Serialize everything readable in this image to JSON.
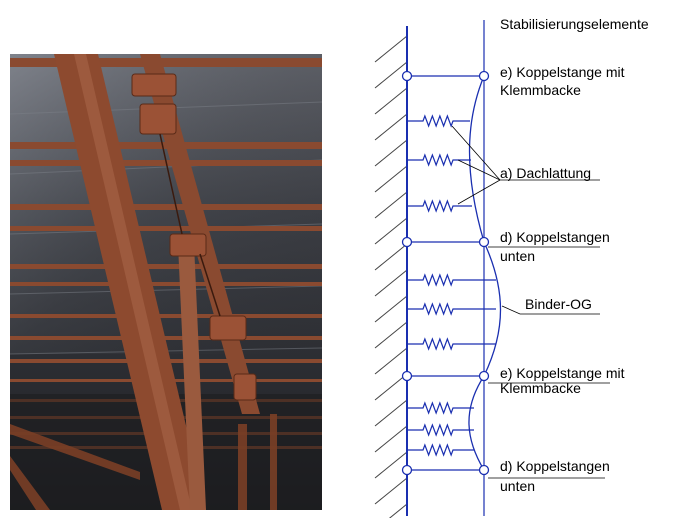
{
  "diagram": {
    "title": "Stabilisierungselemente",
    "labels": {
      "e_top_1": "e) Koppelstange mit",
      "e_top_2": "Klemmbacke",
      "a_1": "a) Dachlattung",
      "d_top_1": "d) Koppelstangen",
      "d_top_2": "unten",
      "binder": "Binder-OG",
      "e_bot_1": "e) Koppelstange mit",
      "e_bot_2": "Klemmbacke",
      "d_bot_1": "d) Koppelstangen",
      "d_bot_2": "unten"
    },
    "colors": {
      "structure": "#1a2fb0",
      "springs": "#1a2fb0",
      "hatch": "#444444",
      "text": "#000000"
    }
  },
  "photo": {
    "subject": "roof-truss-bracing-photo",
    "colors": {
      "sky_panel": "#2b2d33",
      "timber": "#8a4a30",
      "timber_light": "#a86a4e"
    }
  }
}
